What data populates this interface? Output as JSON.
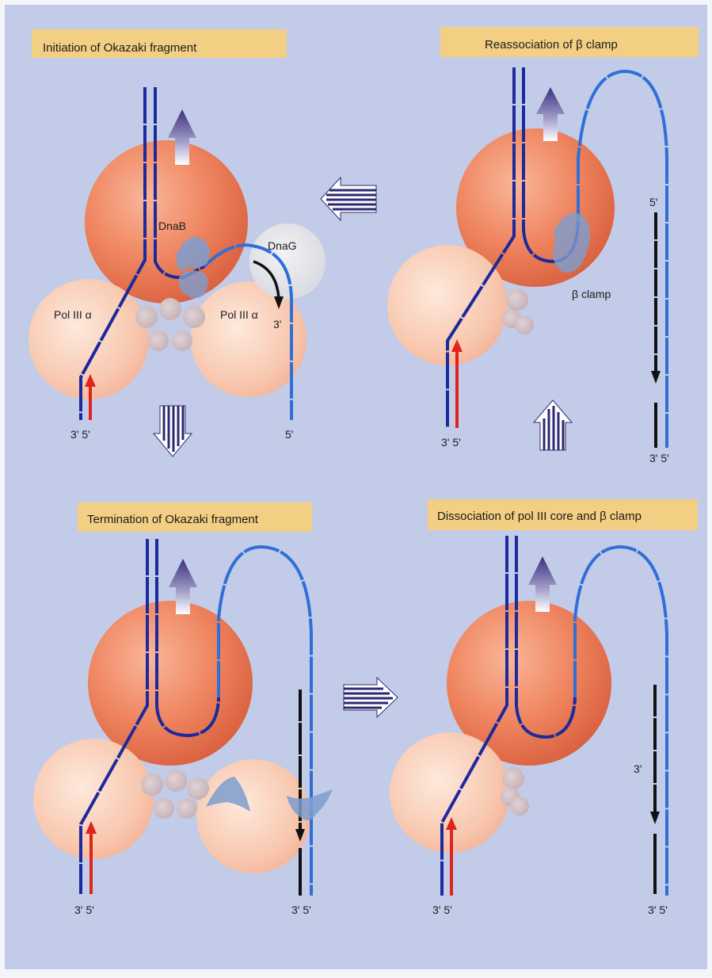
{
  "panels": [
    {
      "title": "Initiation of Okazaki fragment",
      "labels": {
        "dnab": "DnaB",
        "dnag": "DnaG",
        "pol_left": "Pol III  α",
        "pol_right": "Pol III  α",
        "three_prime": "3'",
        "left_end": "3'  5'",
        "right_end": "5'"
      }
    },
    {
      "title": "Reassociation of β clamp",
      "labels": {
        "five_prime": "5'",
        "beta_clamp": "β clamp",
        "left_end": "3' 5'",
        "right_end": "3' 5'"
      }
    },
    {
      "title": "Termination of Okazaki fragment",
      "labels": {
        "left_end": "3'  5'",
        "right_end": "3'  5'"
      }
    },
    {
      "title": "Dissociation of pol III core and β clamp",
      "labels": {
        "three_prime": "3'",
        "left_end": "3'  5'",
        "right_end": "3'  5'"
      }
    }
  ],
  "colors": {
    "background": "#c2cce8",
    "title_box": "#f2cf82",
    "leading_strand": "#1b2a9c",
    "lagging_strand": "#2f6fd6",
    "new_lagging": "#111111",
    "new_leading": "#e0231b",
    "helicase_sphere": "#ec7e58",
    "polymerase_sphere": "#f8c8b0",
    "clamp": "#7d9ed0"
  },
  "icons": [
    "up-arrow-icon",
    "left-arrow-icon",
    "right-arrow-icon",
    "down-arrow-icon"
  ]
}
